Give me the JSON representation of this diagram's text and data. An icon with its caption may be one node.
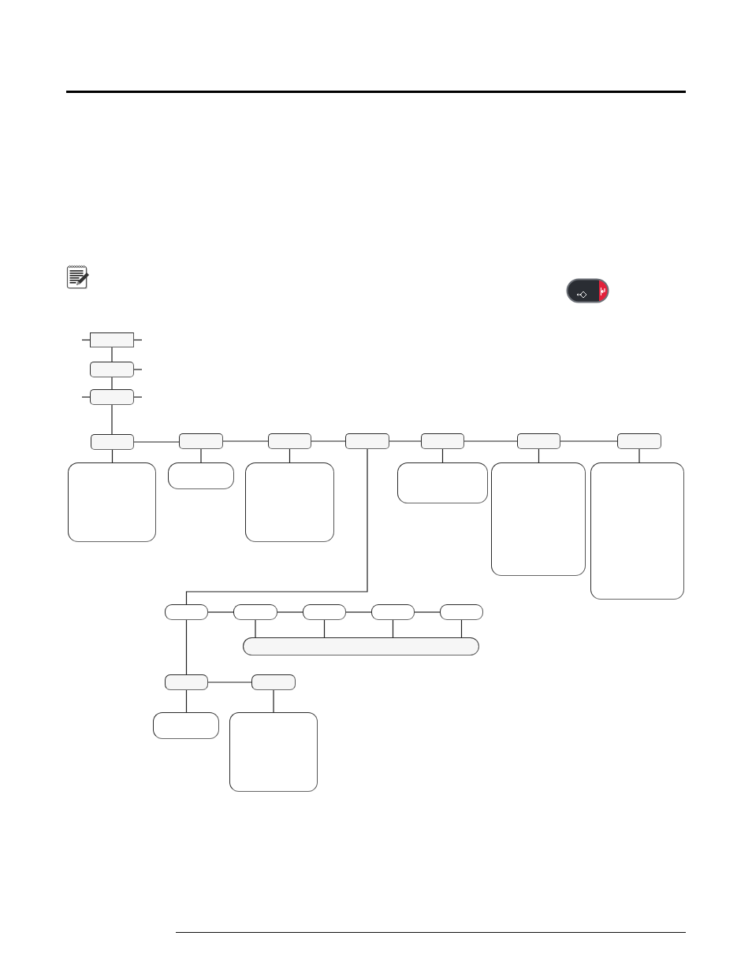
{
  "diagram": {
    "nodes": [
      {
        "text": [],
        "shape": "box"
      },
      {
        "text": [],
        "shape": "box"
      },
      {
        "text": [],
        "shape": "box"
      },
      {
        "text": [],
        "shape": "box"
      },
      {
        "text": [],
        "shape": "box"
      },
      {
        "text": [],
        "shape": "box"
      },
      {
        "text": [],
        "shape": "box"
      },
      {
        "text": [],
        "shape": "box"
      },
      {
        "text": [],
        "shape": "box"
      },
      {
        "text": [],
        "shape": "box"
      },
      {
        "text": [],
        "shape": "box"
      },
      {
        "text": [],
        "shape": "box"
      },
      {
        "text": [],
        "shape": "box"
      },
      {
        "text": [],
        "shape": "box"
      },
      {
        "text": [],
        "shape": "box"
      },
      {
        "text": [],
        "shape": "box"
      },
      {
        "text": [],
        "shape": "box"
      },
      {
        "text": [],
        "shape": "box"
      },
      {
        "text": [],
        "shape": "box"
      },
      {
        "text": [],
        "shape": "box"
      },
      {
        "text": [],
        "shape": "box"
      },
      {
        "text": [],
        "shape": "bar"
      },
      {
        "text": [],
        "shape": "box"
      },
      {
        "text": [],
        "shape": "box"
      },
      {
        "text": [],
        "shape": "box"
      },
      {
        "text": [],
        "shape": "box"
      }
    ],
    "edges": [
      {
        "from": 0,
        "to": 1,
        "arrow": "none"
      },
      {
        "from": 1,
        "to": 2,
        "arrow": "none"
      },
      {
        "from": 2,
        "to": 3,
        "arrow": "none"
      },
      {
        "from": 3,
        "to": 4,
        "arrow": "none"
      },
      {
        "from": 4,
        "to": 5,
        "arrow": "none"
      },
      {
        "from": 5,
        "to": 6,
        "arrow": "none"
      },
      {
        "from": 6,
        "to": 7,
        "arrow": "none"
      },
      {
        "from": 7,
        "to": 8,
        "arrow": "none"
      },
      {
        "from": 8,
        "to": 9,
        "arrow": "none"
      },
      {
        "from": 3,
        "to": 10,
        "arrow": "none"
      },
      {
        "from": 4,
        "to": 11,
        "arrow": "none"
      },
      {
        "from": 5,
        "to": 12,
        "arrow": "none"
      },
      {
        "from": 7,
        "to": 13,
        "arrow": "none"
      },
      {
        "from": 8,
        "to": 14,
        "arrow": "none"
      },
      {
        "from": 9,
        "to": 15,
        "arrow": "none"
      },
      {
        "from": 6,
        "to": 16,
        "arrow": "none"
      },
      {
        "from": 16,
        "to": 17,
        "arrow": "none"
      },
      {
        "from": 17,
        "to": 18,
        "arrow": "none"
      },
      {
        "from": 18,
        "to": 19,
        "arrow": "none"
      },
      {
        "from": 19,
        "to": 20,
        "arrow": "none"
      },
      {
        "from": 17,
        "to": 21,
        "arrow": "none"
      },
      {
        "from": 18,
        "to": 21,
        "arrow": "none"
      },
      {
        "from": 19,
        "to": 21,
        "arrow": "none"
      },
      {
        "from": 20,
        "to": 21,
        "arrow": "none"
      },
      {
        "from": 16,
        "to": 22,
        "arrow": "none"
      },
      {
        "from": 22,
        "to": 23,
        "arrow": "none"
      },
      {
        "from": 22,
        "to": 24,
        "arrow": "none"
      },
      {
        "from": 23,
        "to": 25,
        "arrow": "none"
      },
      {
        "from": 0,
        "to": null,
        "arrow": "none"
      },
      {
        "from": 0,
        "to": null,
        "arrow": "none"
      },
      {
        "from": 1,
        "to": null,
        "arrow": "none"
      },
      {
        "from": 2,
        "to": null,
        "arrow": "none"
      },
      {
        "from": 2,
        "to": null,
        "arrow": "none"
      }
    ]
  }
}
